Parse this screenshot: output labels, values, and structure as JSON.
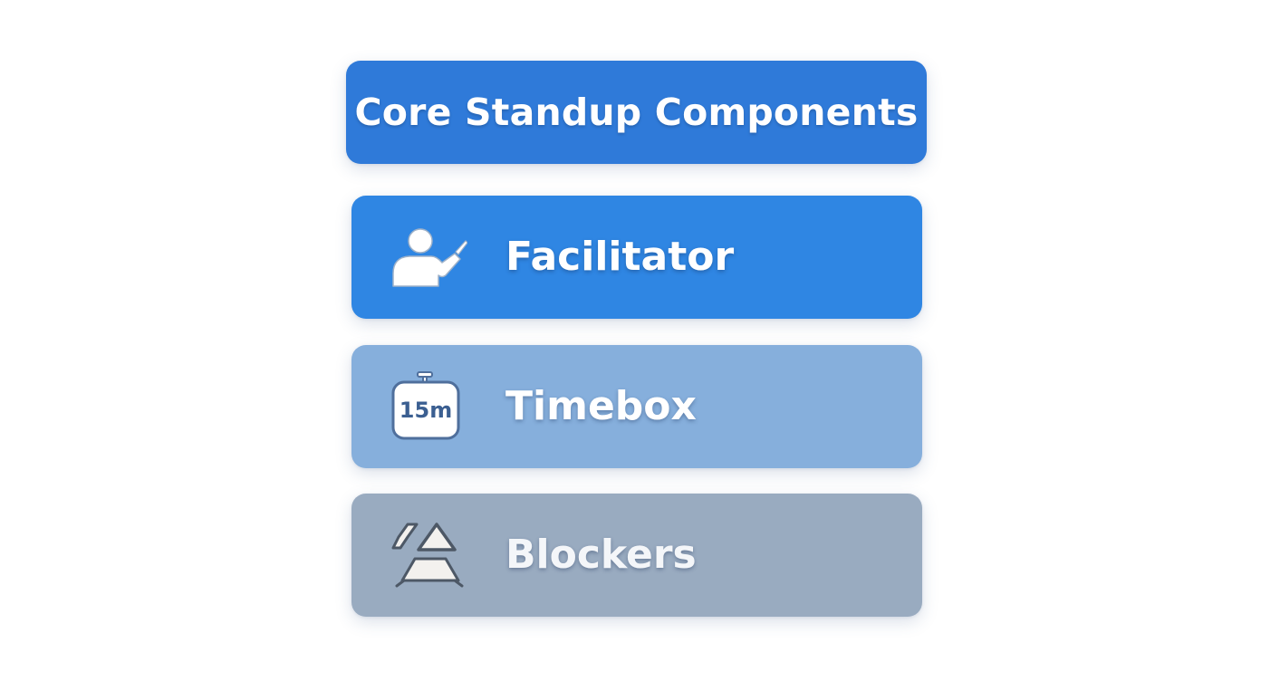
{
  "header": {
    "title": "Core Standup Components"
  },
  "items": [
    {
      "label": "Facilitator",
      "icon": "presenter-icon",
      "color": "#2f86e3"
    },
    {
      "label": "Timebox",
      "icon": "timer-icon",
      "icon_text": "15m",
      "color": "#86afdc"
    },
    {
      "label": "Blockers",
      "icon": "blocker-shapes-icon",
      "color": "#99abc0"
    }
  ],
  "colors": {
    "header_bg": "#2f7ad9",
    "text": "#ffffff"
  }
}
